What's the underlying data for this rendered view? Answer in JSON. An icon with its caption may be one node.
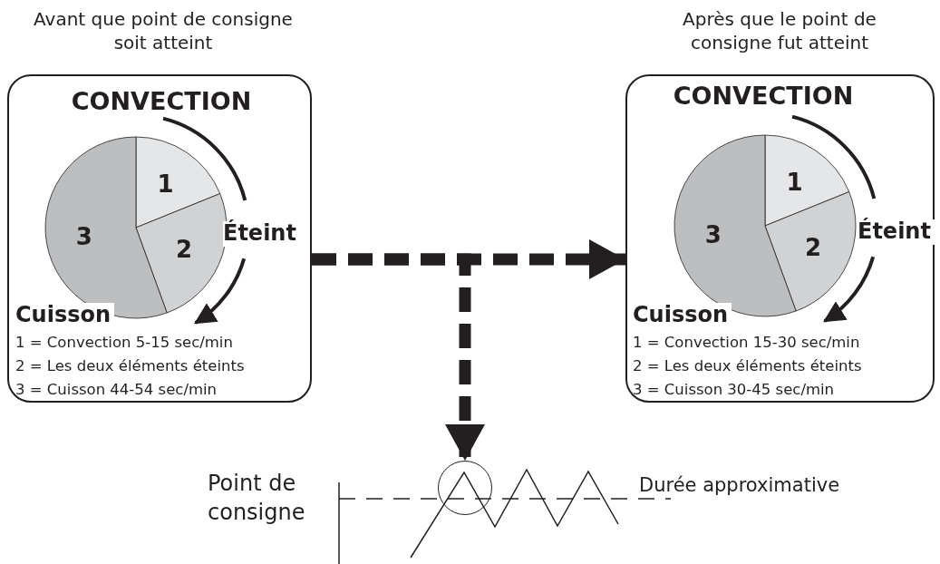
{
  "diagram": {
    "nodes": [
      {
        "text": [
          "CONVECTION",
          "Éteint",
          "Cuisson",
          "1 = Convection 5-15 sec/min",
          "2 = Les deux éléments éteints",
          "3 = Cuisson 44-54 sec/min"
        ],
        "beside": [
          "Avant que point de consigne soit atteint"
        ]
      },
      {
        "text": [
          "1"
        ],
        "in": 0
      },
      {
        "text": [
          "2"
        ],
        "in": 0
      },
      {
        "text": [
          "3"
        ],
        "in": 0
      },
      {
        "text": [
          "CONVECTION",
          "Éteint",
          "Cuisson",
          "1 = Convection 15-30 sec/min",
          "2 = Les deux éléments éteints",
          "3 = Cuisson 30-45 sec/min"
        ],
        "beside": [
          "Après que le point de consigne fut atteint"
        ]
      },
      {
        "text": [
          "1"
        ],
        "in": 4
      },
      {
        "text": [
          "2"
        ],
        "in": 4
      },
      {
        "text": [
          "3"
        ],
        "in": 4
      },
      {
        "text": [],
        "shape": "circle"
      }
    ],
    "edges": [
      {
        "from": 0,
        "to": 4,
        "arrow": "to",
        "style": "dashed"
      },
      {
        "from": 0,
        "to": 8,
        "arrow": "to",
        "style": "dashed"
      }
    ],
    "labels": [
      "Point de consigne",
      "Durée approximative"
    ]
  }
}
